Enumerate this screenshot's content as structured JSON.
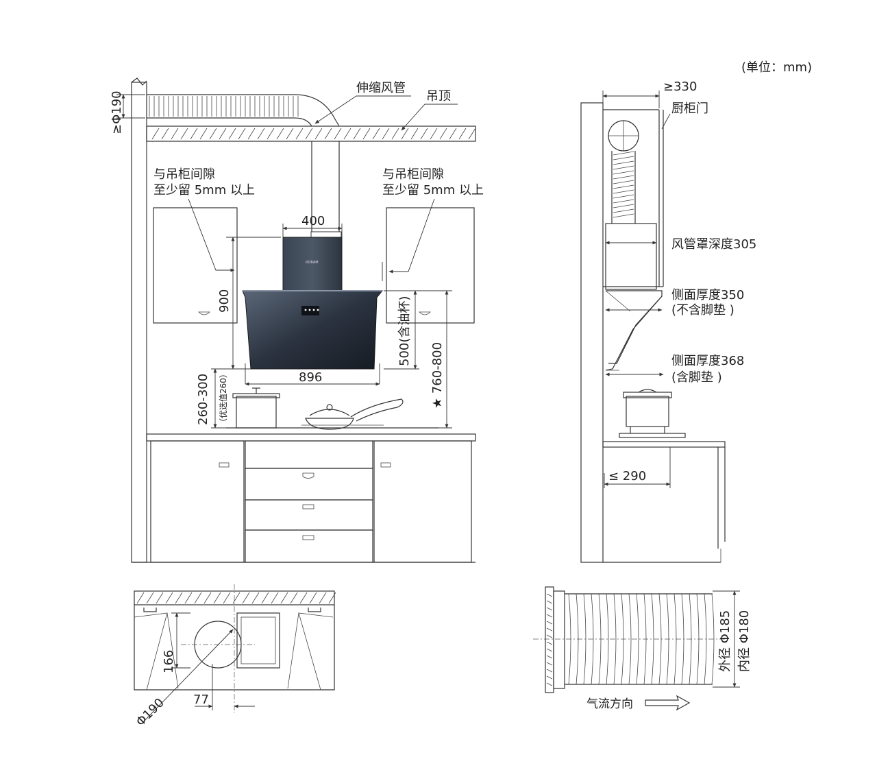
{
  "unit_note": "(单位：mm)",
  "front_view": {
    "telescopic_duct": "伸缩风管",
    "ceiling": "吊顶",
    "duct_diameter": "≥Φ190",
    "gap_note_left_1": "与吊柜间隙",
    "gap_note_left_2": "至少留 5mm 以上",
    "gap_note_right_1": "与吊柜间隙",
    "gap_note_right_2": "至少留 5mm 以上",
    "chimney_width": "400",
    "height_900": "900",
    "hood_width": "896",
    "height_500": "500(含油杯)",
    "height_760_800": "★ 760-800",
    "height_260_300": "260-300",
    "preferred_260": "（优选值260）",
    "brand": "ROBAM"
  },
  "side_view": {
    "depth_330": "≥330",
    "cabinet_door": "厨柜门",
    "duct_cover_depth": "风管罩深度305",
    "side_thickness_350_1": "侧面厚度350",
    "side_thickness_350_2": "(不含脚垫 )",
    "side_thickness_368_1": "侧面厚度368",
    "side_thickness_368_2": "(含脚垫 )",
    "depth_290": "≤ 290"
  },
  "top_view": {
    "dim_166": "166",
    "dim_77": "77",
    "dim_190": "Φ190"
  },
  "duct_view": {
    "outer_diameter": "外径 Φ185",
    "inner_diameter": "内径 Φ180",
    "airflow": "气流方向"
  }
}
